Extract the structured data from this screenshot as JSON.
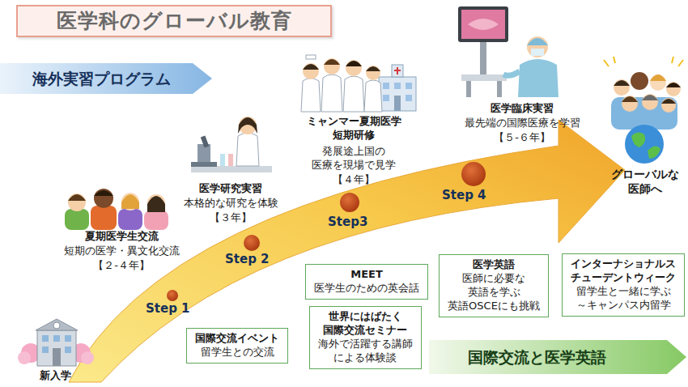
{
  "diagram": {
    "title": "医学科のグローバル教育",
    "nodes": [
      {
        "text": [
          "医学科のグローバル教育"
        ]
      },
      {
        "text": [
          "海外実習プログラム"
        ]
      },
      {
        "text": [
          "国際交流イベント",
          "留学生との交流"
        ]
      },
      {
        "text": [
          "MEET",
          "医学生のための英会話"
        ]
      },
      {
        "text": [
          "世界にはばたく 国際交流セミナー",
          "海外で活躍する講師 による体験談"
        ]
      },
      {
        "text": [
          "医学英語",
          "医師に必要な 英語を学ぶ 英語OSCEにも挑戦"
        ]
      },
      {
        "text": [
          "インターナショナルス チューデントウィーク",
          "留学生と一緒に学ぶ ～キャンパス内留学"
        ]
      },
      {
        "text": [
          "国際交流と医学英語"
        ]
      }
    ],
    "labels": [
      "夏期医学生交流",
      "短期の医学・異文化交流",
      "【２-４年】",
      "医学研究実習",
      "本格的な研究を体験",
      "【３年】",
      "ミャンマー夏期医学 短期研修",
      "発展途上国の 医療を現場で見学",
      "【４年】",
      "医学臨床実習",
      "最先端の国際医療を学習",
      "【５-６年】",
      "グローバルな 医師へ",
      "新入学",
      "Step 1",
      "Step 2",
      "Step3",
      "Step 4"
    ]
  }
}
